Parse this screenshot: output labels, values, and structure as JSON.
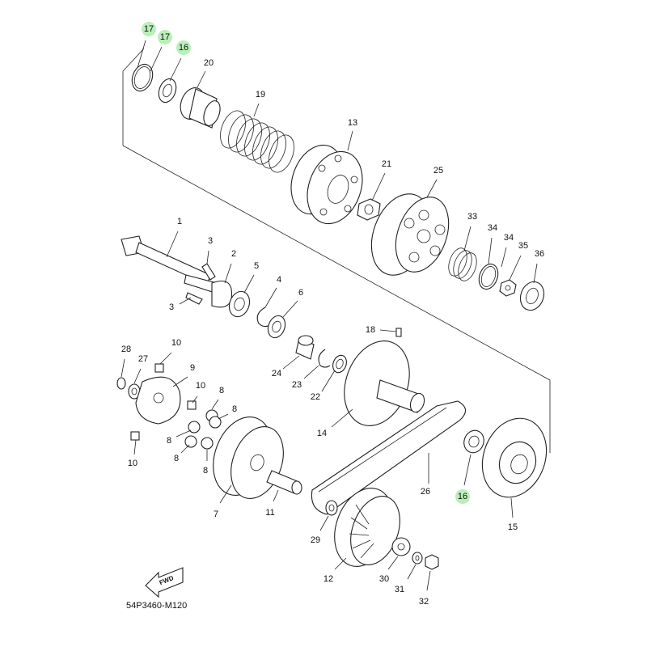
{
  "diagram_code": "54P3460-M120",
  "fwd_label": "FWD",
  "highlight_color": "#b9f0b9",
  "callouts": [
    {
      "label": "17",
      "highlight": true
    },
    {
      "label": "17",
      "highlight": true
    },
    {
      "label": "16",
      "highlight": true
    },
    {
      "label": "20",
      "highlight": false
    },
    {
      "label": "19",
      "highlight": false
    },
    {
      "label": "13",
      "highlight": false
    },
    {
      "label": "21",
      "highlight": false
    },
    {
      "label": "25",
      "highlight": false
    },
    {
      "label": "33",
      "highlight": false
    },
    {
      "label": "34",
      "highlight": false
    },
    {
      "label": "34",
      "highlight": false
    },
    {
      "label": "35",
      "highlight": false
    },
    {
      "label": "36",
      "highlight": false
    },
    {
      "label": "1",
      "highlight": false
    },
    {
      "label": "3",
      "highlight": false
    },
    {
      "label": "2",
      "highlight": false
    },
    {
      "label": "5",
      "highlight": false
    },
    {
      "label": "4",
      "highlight": false
    },
    {
      "label": "6",
      "highlight": false
    },
    {
      "label": "3",
      "highlight": false
    },
    {
      "label": "18",
      "highlight": false
    },
    {
      "label": "28",
      "highlight": false
    },
    {
      "label": "27",
      "highlight": false
    },
    {
      "label": "10",
      "highlight": false
    },
    {
      "label": "9",
      "highlight": false
    },
    {
      "label": "10",
      "highlight": false
    },
    {
      "label": "8",
      "highlight": false
    },
    {
      "label": "8",
      "highlight": false
    },
    {
      "label": "8",
      "highlight": false
    },
    {
      "label": "8",
      "highlight": false
    },
    {
      "label": "8",
      "highlight": false
    },
    {
      "label": "10",
      "highlight": false
    },
    {
      "label": "24",
      "highlight": false
    },
    {
      "label": "23",
      "highlight": false
    },
    {
      "label": "22",
      "highlight": false
    },
    {
      "label": "14",
      "highlight": false
    },
    {
      "label": "7",
      "highlight": false
    },
    {
      "label": "11",
      "highlight": false
    },
    {
      "label": "26",
      "highlight": false
    },
    {
      "label": "16",
      "highlight": true
    },
    {
      "label": "15",
      "highlight": false
    },
    {
      "label": "29",
      "highlight": false
    },
    {
      "label": "12",
      "highlight": false
    },
    {
      "label": "30",
      "highlight": false
    },
    {
      "label": "31",
      "highlight": false
    },
    {
      "label": "32",
      "highlight": false
    }
  ]
}
